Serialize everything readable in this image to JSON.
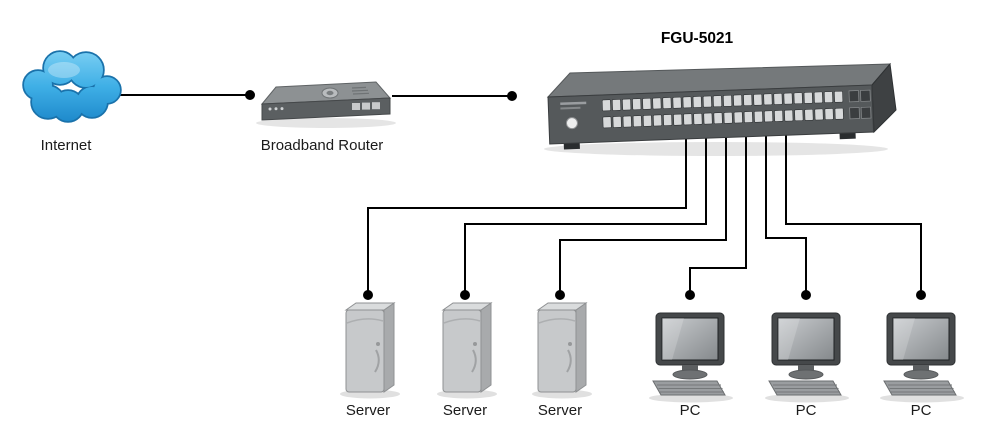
{
  "diagram": {
    "internet": {
      "label": "Internet"
    },
    "router": {
      "label": "Broadband Router"
    },
    "switch": {
      "label": "FGU-5021"
    },
    "servers": [
      {
        "label": "Server"
      },
      {
        "label": "Server"
      },
      {
        "label": "Server"
      }
    ],
    "pcs": [
      {
        "label": "PC"
      },
      {
        "label": "PC"
      },
      {
        "label": "PC"
      }
    ],
    "colors": {
      "cloud_top": "#7ed1f4",
      "cloud_bottom": "#1b86c9",
      "cloud_stroke": "#1a72ab",
      "connector_line": "#000000",
      "switch_body": "#55595b",
      "switch_top": "#75797b",
      "port_face": "#d7d9da",
      "device_gray": "#c7c9cb"
    }
  }
}
